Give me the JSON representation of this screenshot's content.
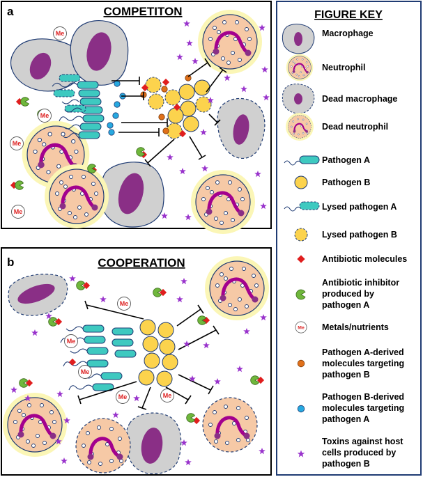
{
  "panels": {
    "a": {
      "letter": "a",
      "title": "COMPETITON"
    },
    "b": {
      "letter": "b",
      "title": "COOPERATION"
    }
  },
  "metal_symbol": "Me",
  "key": {
    "title": "FIGURE KEY",
    "items": [
      {
        "label_lines": [
          "Macrophage"
        ],
        "icon": "macrophage-icon"
      },
      {
        "label_lines": [
          "Neutrophil"
        ],
        "icon": "neutrophil-icon"
      },
      {
        "label_lines": [
          "Dead macrophage"
        ],
        "icon": "dead-macrophage-icon"
      },
      {
        "label_lines": [
          "Dead neutrophil"
        ],
        "icon": "dead-neutrophil-icon"
      },
      {
        "label_lines": [
          "Pathogen A"
        ],
        "icon": "pathogen-a-icon"
      },
      {
        "label_lines": [
          "Pathogen B"
        ],
        "icon": "pathogen-b-icon"
      },
      {
        "label_lines": [
          "Lysed pathogen A"
        ],
        "icon": "lysed-pathogen-a-icon"
      },
      {
        "label_lines": [
          "Lysed pathogen B"
        ],
        "icon": "lysed-pathogen-b-icon"
      },
      {
        "label_lines": [
          "Antibiotic molecules"
        ],
        "icon": "antibiotic-icon"
      },
      {
        "label_lines": [
          "Antibiotic inhibitor",
          "produced by",
          "pathogen A"
        ],
        "icon": "inhibitor-icon"
      },
      {
        "label_lines": [
          "Metals/nutrients"
        ],
        "icon": "metal-icon"
      },
      {
        "label_lines": [
          "Pathogen A-derived",
          "molecules targeting",
          "pathogen B"
        ],
        "icon": "orange-molecule-icon"
      },
      {
        "label_lines": [
          "Pathogen B-derived",
          "molecules targeting",
          "pathogen A"
        ],
        "icon": "blue-molecule-icon"
      },
      {
        "label_lines": [
          "Toxins against host",
          "cells produced by",
          "pathogen B"
        ],
        "icon": "toxin-star-icon"
      }
    ]
  },
  "colors": {
    "macrophage_fill": "#d0d0d0",
    "macrophage_nucleus": "#8a2f86",
    "neutrophil_fill": "#f6c9a6",
    "neutrophil_halo": "#fbf6b6",
    "neutrophil_nucleus": "#a3008e",
    "pathogen_a": "#3ec9c0",
    "pathogen_b": "#fcd34d",
    "antibiotic": "#e01e1e",
    "inhibitor": "#6fb73c",
    "orange_molecule": "#e0701a",
    "blue_molecule": "#27a9e0",
    "toxin": "#9933cc",
    "outline": "#1f3b73"
  }
}
